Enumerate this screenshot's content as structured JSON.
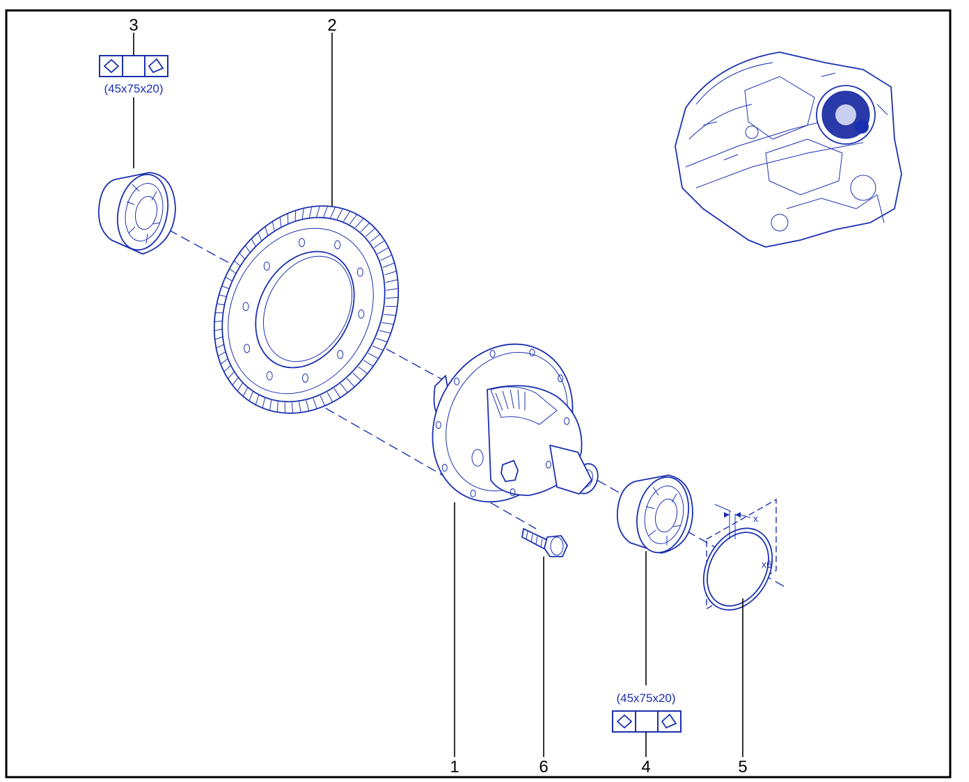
{
  "diagram": {
    "colors": {
      "frame": "#000000",
      "line_art": "#1a2fb0",
      "background": "#ffffff"
    },
    "callouts": {
      "c1": "1",
      "c2": "2",
      "c3": "3",
      "c4": "4",
      "c5": "5",
      "c6": "6"
    },
    "bearing_spec_top": "(45x75x20)",
    "bearing_spec_bottom": "(45x75x20)",
    "ring_dimension_label": "x",
    "ring_quantity_label": "x6",
    "icons": [
      "tapered-bearing-symbol-icon",
      "gearbox-location-thumbnail"
    ]
  }
}
